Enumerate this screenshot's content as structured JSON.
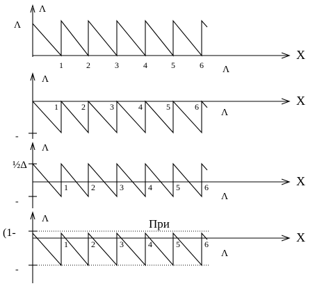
{
  "panels": [
    {
      "axis_y_label": "Λ",
      "axis_x_label": "X",
      "left_label": "Λ",
      "right_label": "Λ",
      "ticks": [
        "1",
        "2",
        "3",
        "4",
        "5",
        "6"
      ]
    },
    {
      "axis_y_label": "Λ",
      "axis_x_label": "X",
      "left_label": "-",
      "right_label": "Λ",
      "ticks": [
        "1",
        "2",
        "3",
        "4",
        "5",
        "6"
      ]
    },
    {
      "axis_y_label": "Λ",
      "axis_x_label": "X",
      "left_label": "½Δ",
      "left_label_2": "-",
      "right_label": "Λ",
      "ticks": [
        "1",
        "2",
        "3",
        "4",
        "5",
        "6"
      ]
    },
    {
      "axis_y_label": "Λ",
      "axis_x_label": "X",
      "left_label": "(1-",
      "left_label_2": "-",
      "right_label": "Λ",
      "caption": "При",
      "ticks": [
        "1",
        "2",
        "3",
        "4",
        "5",
        "6"
      ]
    }
  ]
}
